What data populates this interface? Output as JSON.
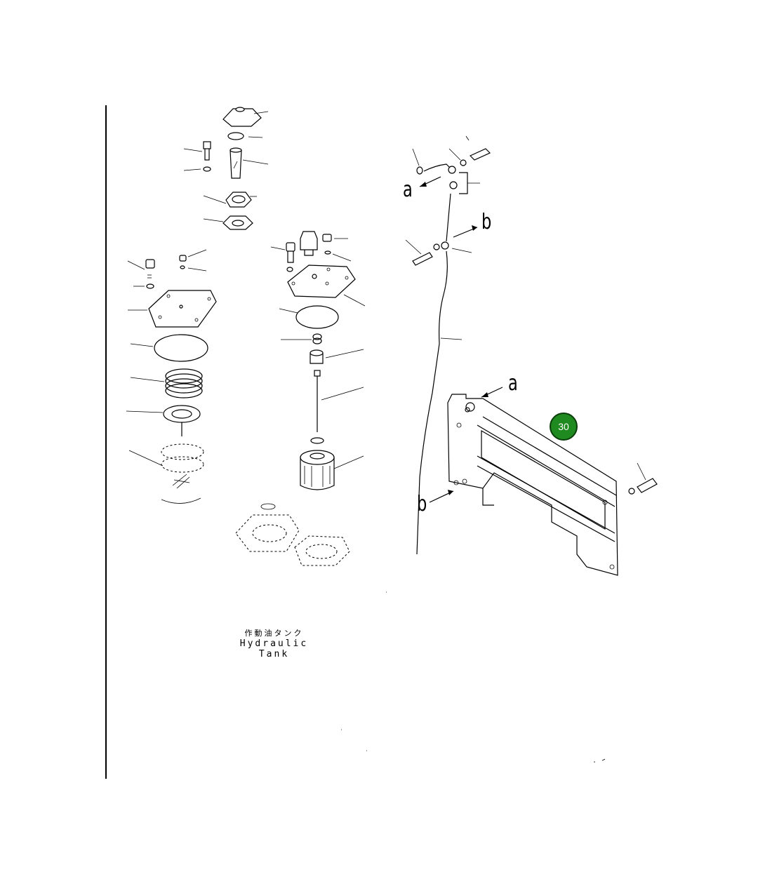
{
  "callout_letters": {
    "a_top": "a",
    "b_top": "b",
    "a_panel": "a",
    "b_panel": "b"
  },
  "caption": {
    "japanese": "作動油タンク",
    "english": "Hydraulic Tank"
  },
  "badge": {
    "number": "30",
    "color": "#1f8a1f"
  }
}
